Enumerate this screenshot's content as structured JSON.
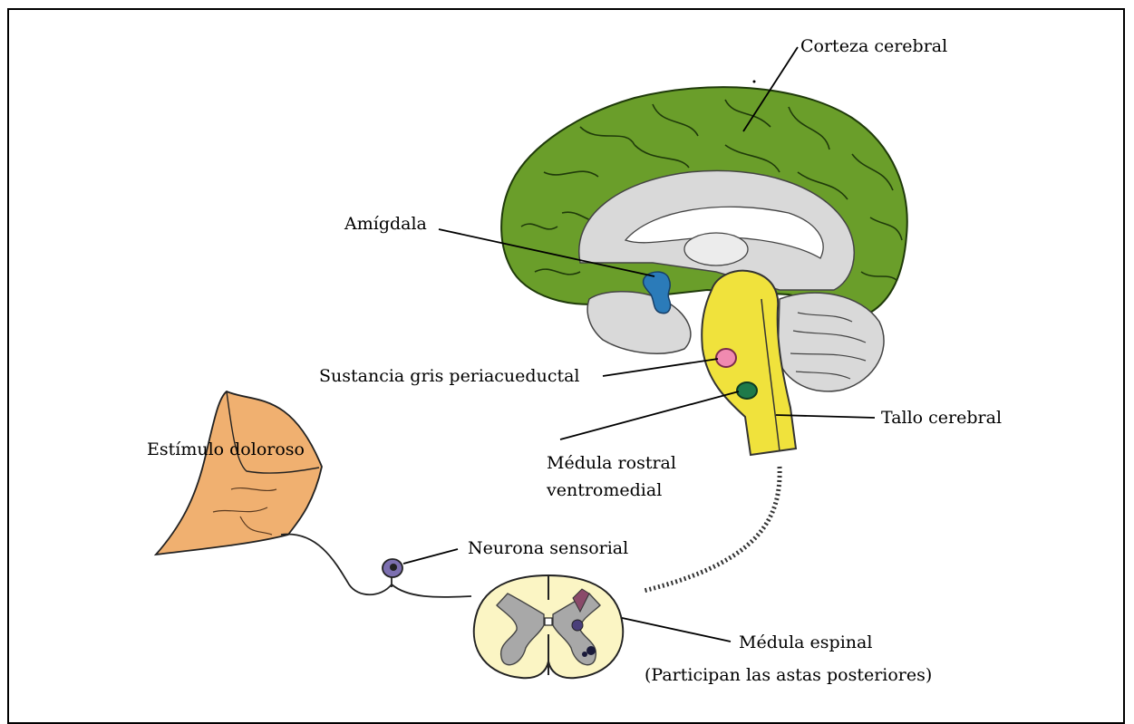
{
  "labels": {
    "cortex": "Corteza cerebral",
    "amygdala": "Amígdala",
    "pag": "Sustancia gris periacueductal",
    "brainstem": "Tallo cerebral",
    "rvm_line1": "Médula rostral",
    "rvm_line2": "ventromedial",
    "stimulus": "Estímulo doloroso",
    "sensory_neuron": "Neurona sensorial",
    "spinal_cord": "Médula espinal",
    "dorsal_horns": "(Participan las astas posteriores)"
  },
  "colors": {
    "cortex": "#6a9e2a",
    "white_matter": "#d9d9d9",
    "brainstem": "#f0e23c",
    "amygdala": "#2b7bb9",
    "pag": "#f08ab0",
    "rvm": "#1e7a4a",
    "skin": "#f0b070",
    "spinal_cord_bg": "#fbf5c4",
    "gray_matter": "#a8a8a8",
    "neuron": "#7c6fb0"
  }
}
